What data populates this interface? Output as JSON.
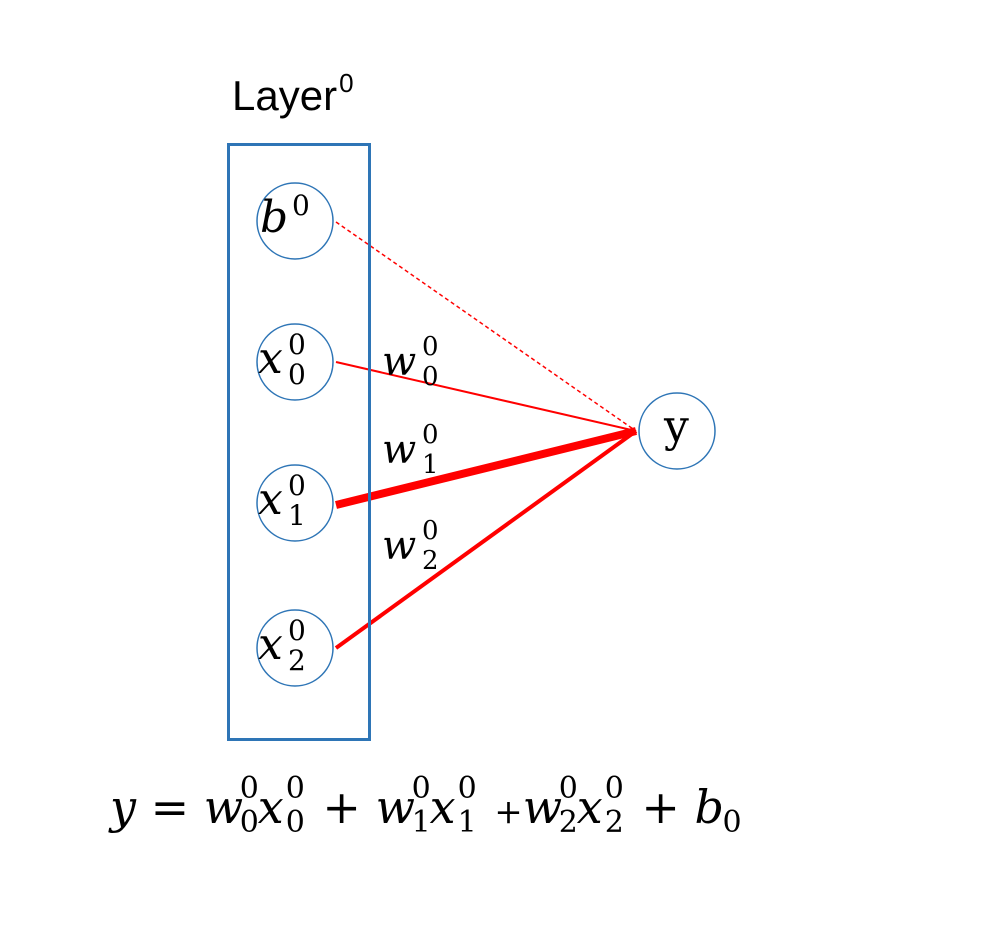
{
  "layer": {
    "title": "Layer",
    "superscript": "0"
  },
  "nodes": {
    "bias": {
      "base": "b",
      "sup": "0"
    },
    "x0": {
      "base": "x",
      "sup": "0",
      "sub": "0"
    },
    "x1": {
      "base": "x",
      "sup": "0",
      "sub": "1"
    },
    "x2": {
      "base": "x",
      "sup": "0",
      "sub": "2"
    },
    "output": {
      "label": "y"
    }
  },
  "weights": {
    "w0": {
      "base": "w",
      "sup": "0",
      "sub": "0"
    },
    "w1": {
      "base": "w",
      "sup": "0",
      "sub": "1"
    },
    "w2": {
      "base": "w",
      "sup": "0",
      "sub": "2"
    }
  },
  "colors": {
    "box": "#2e75b6",
    "node_stroke": "#2e75b6",
    "edge": "#ff0000"
  },
  "equation": {
    "lhs": "y",
    "equals": "=",
    "plus": "+",
    "plus2": "+",
    "plus3": "+",
    "w": "w",
    "x": "x",
    "b": "b",
    "sup0": "0",
    "sub0": "0",
    "sub1": "1",
    "sub2": "2"
  }
}
